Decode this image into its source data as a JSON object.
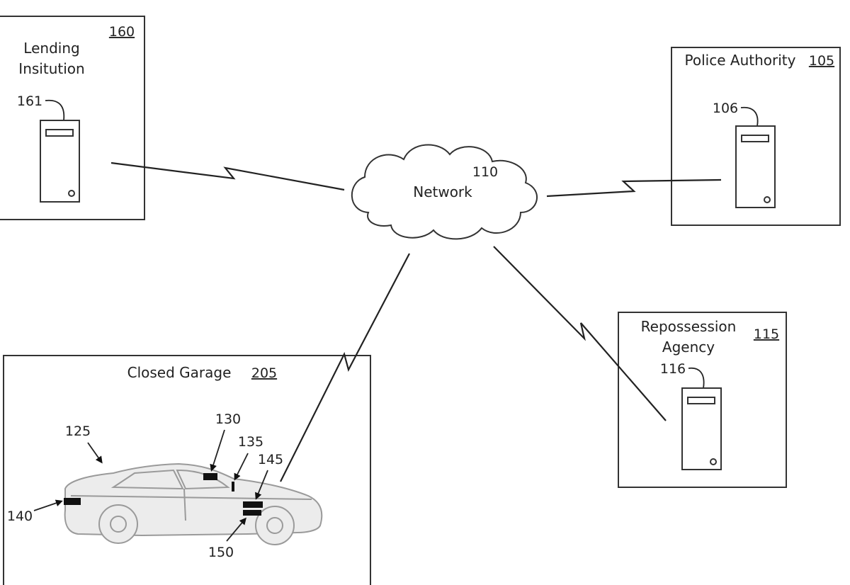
{
  "lending": {
    "title_line1": "Lending",
    "title_line2": "Insitution",
    "ref": "160",
    "server_ref": "161"
  },
  "police": {
    "title": "Police Authority",
    "ref": "105",
    "server_ref": "106"
  },
  "network": {
    "title": "Network",
    "ref": "110"
  },
  "repo": {
    "title_line1": "Repossession",
    "title_line2": "Agency",
    "ref": "115",
    "server_ref": "116"
  },
  "garage": {
    "title": "Closed Garage",
    "ref": "205"
  },
  "vehicle": {
    "ref": "125"
  },
  "components": {
    "c130": "130",
    "c135": "135",
    "c140": "140",
    "c145": "145",
    "c150": "150"
  }
}
